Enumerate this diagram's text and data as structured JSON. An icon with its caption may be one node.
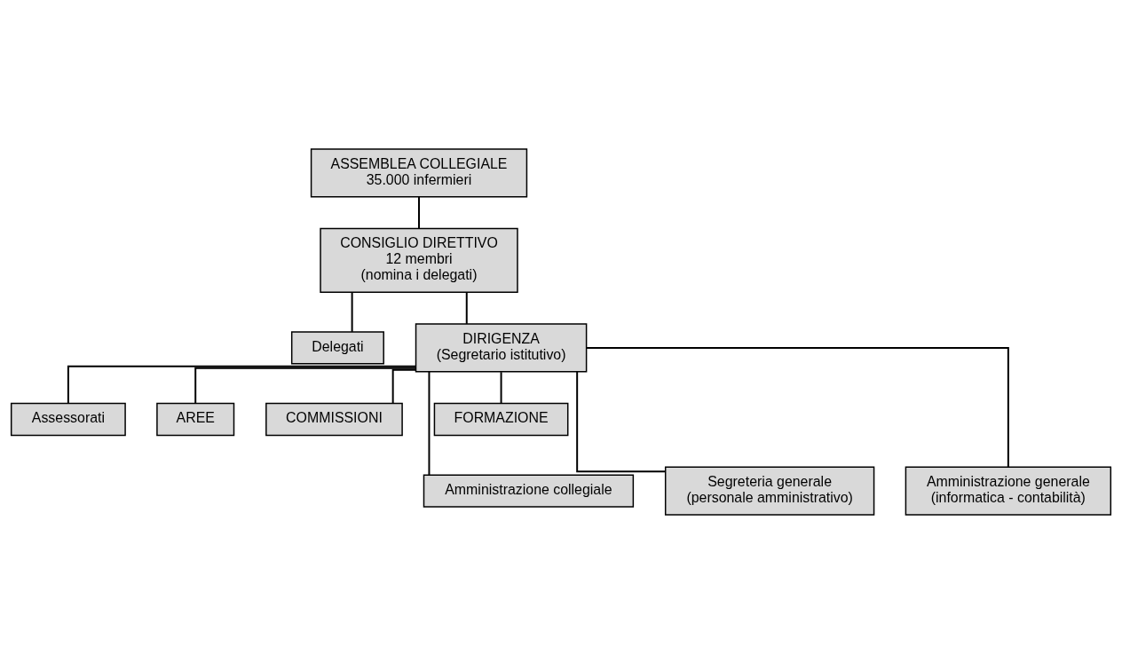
{
  "diagram": {
    "nodes": [
      {
        "text": [
          "ASSEMBLEA COLLEGIALE",
          "35.000 infermieri"
        ]
      },
      {
        "text": [
          "CONSIGLIO DIRETTIVO",
          "12 membri",
          "(nomina i delegati)"
        ]
      },
      {
        "text": [
          "Delegati"
        ]
      },
      {
        "text": [
          "DIRIGENZA",
          "(Segretario istitutivo)"
        ]
      },
      {
        "text": [
          "Assessorati"
        ]
      },
      {
        "text": [
          "AREE"
        ]
      },
      {
        "text": [
          "COMMISSIONI"
        ]
      },
      {
        "text": [
          "FORMAZIONE"
        ]
      },
      {
        "text": [
          "Amministrazione collegiale"
        ]
      },
      {
        "text": [
          "Segreteria generale",
          "(personale amministrativo)"
        ]
      },
      {
        "text": [
          "Amministrazione generale",
          "(informatica - contabilità)"
        ]
      }
    ],
    "edges": [
      {
        "from": 0,
        "to": 1,
        "arrow": "none"
      },
      {
        "from": 1,
        "to": 2,
        "arrow": "none"
      },
      {
        "from": 1,
        "to": 3,
        "arrow": "none"
      },
      {
        "from": 3,
        "to": 4,
        "arrow": "none"
      },
      {
        "from": 3,
        "to": 5,
        "arrow": "none"
      },
      {
        "from": 3,
        "to": 6,
        "arrow": "none"
      },
      {
        "from": 3,
        "to": 7,
        "arrow": "none"
      },
      {
        "from": 3,
        "to": 8,
        "arrow": "none"
      },
      {
        "from": 3,
        "to": 9,
        "arrow": "none"
      },
      {
        "from": 3,
        "to": 10,
        "arrow": "none"
      }
    ]
  }
}
